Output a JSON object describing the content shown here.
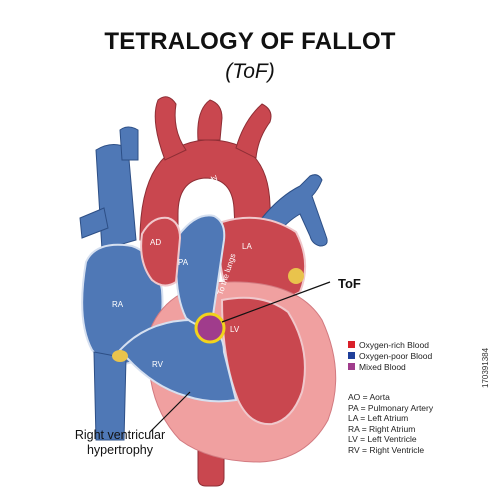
{
  "title": "TETRALOGY OF FALLOT",
  "subtitle": "(ToF)",
  "labels": {
    "tof": "ToF",
    "right_ventricular_hypertrophy_line1": "Right ventricular",
    "right_ventricular_hypertrophy_line2": "hypertrophy",
    "to_the_body": "To the body",
    "to_the_lungs": "To the lungs",
    "ad": "AD",
    "pa": "PA",
    "la": "LA",
    "ra": "RA",
    "rv": "RV",
    "lv": "LV"
  },
  "legend": [
    {
      "label": "Oxygen-rich Blood",
      "color": "#d9202a"
    },
    {
      "label": "Oxygen-poor Blood",
      "color": "#1f3f9a"
    },
    {
      "label": "Mixed Blood",
      "color": "#a03c8c"
    }
  ],
  "abbreviations": [
    "AO = Aorta",
    "PA = Pulmonary Artery",
    "LA = Left Atrium",
    "RA = Right Atrium",
    "LV = Left Ventricle",
    "RV = Right Ventricle"
  ],
  "stock_id": "170391384",
  "colors": {
    "oxygen_rich": "#c9474f",
    "oxygen_poor": "#4f78b6",
    "mixed": "#a03c8c",
    "ventricle_wall": "#f0a0a0",
    "highlight": "#f2d31b"
  }
}
